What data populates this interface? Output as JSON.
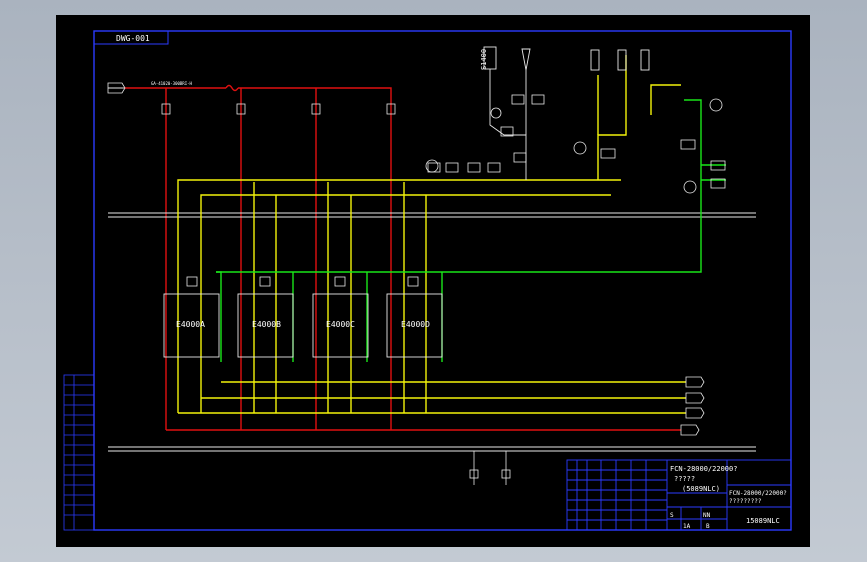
{
  "drawing_number": "DWG-001",
  "vessels": [
    {
      "label": "E4000A"
    },
    {
      "label": "E4000B"
    },
    {
      "label": "E4000C"
    },
    {
      "label": "E4000D"
    }
  ],
  "storage_tank": {
    "label": "S1400"
  },
  "title_block": {
    "title_line1": "FCN-28000/22000?",
    "title_line2": "?????",
    "code": "(5089NLC)",
    "right_title": "FCN-28000/22000?",
    "right_subtitle": "?????????",
    "right_code": "15089NLC",
    "cell_s": "S",
    "cell_n": "NN",
    "cell_a": "1A",
    "cell_b": "B"
  },
  "colors": {
    "frame": "#2b3bff",
    "header_red": "#e01010",
    "yellow_line": "#f2f20a",
    "green_line": "#19e619",
    "white_line": "#e8e8e8"
  }
}
